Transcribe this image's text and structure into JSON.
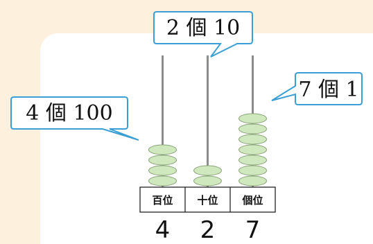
{
  "callouts": {
    "hundreds": "4 個 100",
    "tens": "2 個 10",
    "ones": "7 個 1"
  },
  "columns": [
    {
      "place_label": "百位",
      "digit": "4",
      "beads": 4
    },
    {
      "place_label": "十位",
      "digit": "2",
      "beads": 2
    },
    {
      "place_label": "個位",
      "digit": "7",
      "beads": 7
    }
  ],
  "colors": {
    "background": "#fdf0dc",
    "panel": "#ffffff",
    "bead_fill": "#cfe8bd",
    "bead_stroke": "#8aa37a",
    "rod": "#8c8c8c",
    "callout_border": "#3a9fd4"
  }
}
